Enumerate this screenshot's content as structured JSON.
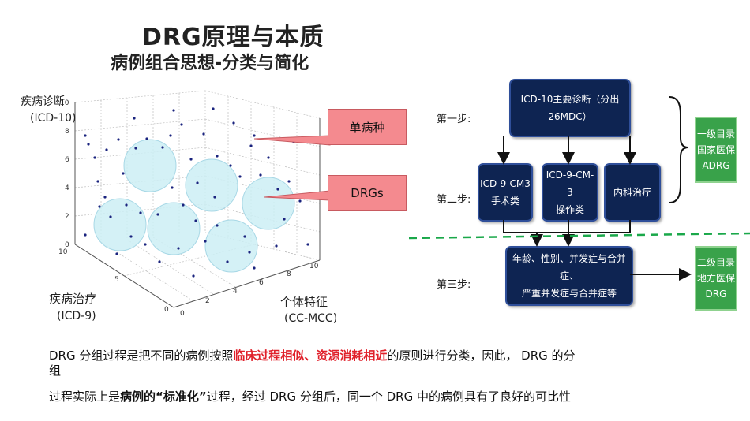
{
  "title": "DRG原理与本质",
  "subtitle": "病例组合思想-分类与简化",
  "plot": {
    "z_label": "疾病诊断",
    "z_code": "(ICD-10)",
    "y_label": "疾病治疗",
    "y_code": "(ICD-9)",
    "x_label": "个体特征",
    "x_code": "(CC-MCC)",
    "z_ticks": [
      "0",
      "2",
      "4",
      "6",
      "8",
      "10"
    ],
    "y_ticks": [
      "0",
      "5",
      "10"
    ],
    "x_ticks": [
      "0",
      "2",
      "4",
      "6",
      "8",
      "10"
    ]
  },
  "callouts": {
    "single_disease": "单病种",
    "drgs": "DRGs"
  },
  "flow": {
    "step1": "第一步:",
    "step2": "第二步:",
    "step3": "第三步:",
    "icd10_box": "ICD-10主要诊断（分出26MDC）",
    "surgery_line1": "ICD-9-CM3",
    "surgery_line2": "手术类",
    "operation_line1": "ICD-9-CM-3",
    "operation_line2": "操作类",
    "internal": "内科治疗",
    "age_line1": "年龄、性别、并发症与合并症、",
    "age_line2": "严重并发症与合并症等",
    "adrg_line1": "一级目录",
    "adrg_line2": "国家医保",
    "adrg_line3": "ADRG",
    "drg_line1": "二级目录",
    "drg_line2": "地方医保",
    "drg_line3": "DRG"
  },
  "text": {
    "p1_a": "DRG 分组过程是把不同的病例按照",
    "p1_red": "临床过程相似、资源消耗相近",
    "p1_b": "的原则进行分类，因此，    DRG 的分",
    "p1_c": "组",
    "p2_a": "过程实际上是",
    "p2_bold1": "病例的“标准化”",
    "p2_b": "过程，经过 DRG 分组后，同一个 DRG 中的病例具有了良好的可比性"
  },
  "colors": {
    "callout_fill": "#f48a8f",
    "flow_box": "#0e2452",
    "green_box": "#39a24a",
    "dashed_line": "#1aa84a",
    "highlight": "#e0202a"
  }
}
